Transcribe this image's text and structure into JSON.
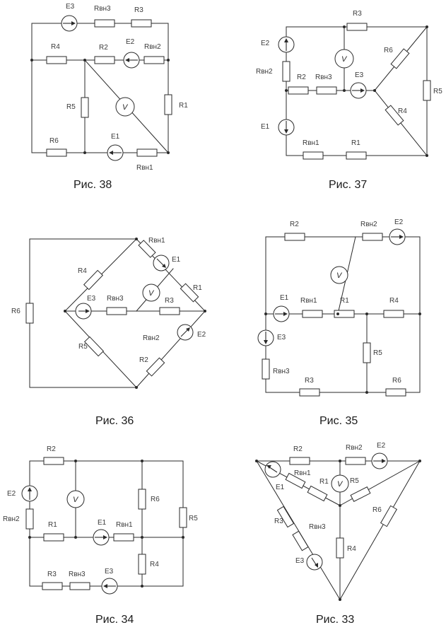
{
  "figures": [
    {
      "caption": "Рис. 38",
      "labels": {
        "E3": "E3",
        "R_vn3": "Rвн3",
        "R3": "R3",
        "R4": "R4",
        "R2": "R2",
        "E2": "E2",
        "R_vn2": "Rвн2",
        "R5": "R5",
        "R1": "R1",
        "V": "V",
        "R6": "R6",
        "E1": "E1",
        "R_vn1": "Rвн1"
      }
    },
    {
      "caption": "Рис. 37",
      "labels": {
        "R3": "R3",
        "E2": "E2",
        "R_vn2": "Rвн2",
        "V": "V",
        "R6": "R6",
        "R2": "R2",
        "R_vn3": "Rвн3",
        "E3": "E3",
        "R5": "R5",
        "R4": "R4",
        "E1": "E1",
        "R_vn1": "Rвн1",
        "R1": "R1"
      }
    },
    {
      "caption": "Рис. 36",
      "labels": {
        "R_vn1": "Rвн1",
        "E1": "E1",
        "R4": "R4",
        "V": "V",
        "R1": "R1",
        "R6": "R6",
        "E3": "E3",
        "R_vn3": "Rвн3",
        "R3": "R3",
        "R_vn2": "Rвн2",
        "E2": "E2",
        "R5": "R5",
        "R2": "R2"
      }
    },
    {
      "caption": "Рис. 35",
      "labels": {
        "R2": "R2",
        "R_vn2": "Rвн2",
        "E2": "E2",
        "V": "V",
        "E1": "E1",
        "R_vn1": "Rвн1",
        "R1": "R1",
        "R4": "R4",
        "E3": "E3",
        "R5": "R5",
        "R_vn3": "Rвн3",
        "R3": "R3",
        "R6": "R6"
      }
    },
    {
      "caption": "Рис. 34",
      "labels": {
        "R2": "R2",
        "E2": "E2",
        "R_vn2": "Rвн2",
        "V": "V",
        "R6": "R6",
        "R5": "R5",
        "R1": "R1",
        "E1": "E1",
        "R_vn1": "Rвн1",
        "R4": "R4",
        "R3": "R3",
        "R_vn3": "Rвн3",
        "E3": "E3"
      }
    },
    {
      "caption": "Рис. 33",
      "labels": {
        "R2": "R2",
        "R_vn2": "Rвн2",
        "E2": "E2",
        "R_vn1": "Rвн1",
        "E1": "E1",
        "R1": "R1",
        "V": "V",
        "R5": "R5",
        "R6": "R6",
        "R3": "R3",
        "R_vn3": "Rвн3",
        "E3": "E3",
        "R4": "R4"
      }
    }
  ]
}
